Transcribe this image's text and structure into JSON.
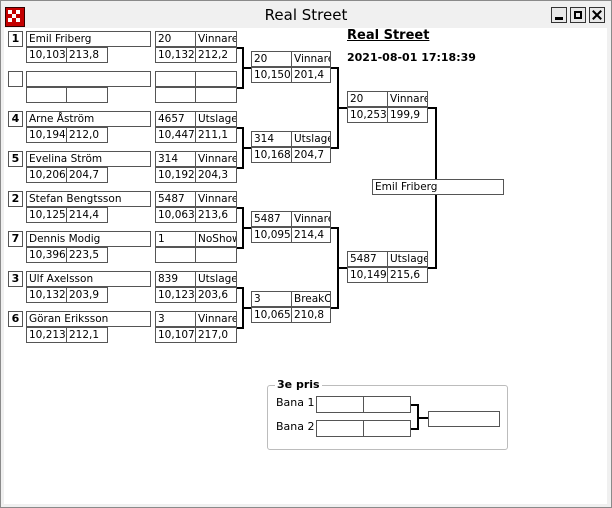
{
  "window": {
    "title": "Real Street"
  },
  "heading": "Real Street",
  "datetime": "2021-08-01 17:18:39",
  "round1": [
    {
      "seed": "1",
      "name": "Emil Friberg",
      "time": "10,103",
      "speed": "213,8"
    },
    {
      "seed": "",
      "name": "",
      "time": "",
      "speed": ""
    },
    {
      "seed": "4",
      "name": "Arne Åström",
      "time": "10,194",
      "speed": "212,0"
    },
    {
      "seed": "5",
      "name": "Evelina Ström",
      "time": "10,206",
      "speed": "204,7"
    },
    {
      "seed": "2",
      "name": "Stefan Bengtsson",
      "time": "10,125",
      "speed": "214,4"
    },
    {
      "seed": "7",
      "name": "Dennis Modig",
      "time": "10,396",
      "speed": "223,5"
    },
    {
      "seed": "3",
      "name": "Ulf Axelsson",
      "time": "10,132",
      "speed": "203,9"
    },
    {
      "seed": "6",
      "name": "Göran Eriksson",
      "time": "10,213",
      "speed": "212,1"
    }
  ],
  "round1_results": [
    {
      "num": "20",
      "result": "Vinnare",
      "time": "10,132",
      "speed": "212,2"
    },
    {
      "num": "",
      "result": "",
      "time": "",
      "speed": ""
    },
    {
      "num": "4657",
      "result": "Utslagen",
      "time": "10,447",
      "speed": "211,1"
    },
    {
      "num": "314",
      "result": "Vinnare",
      "time": "10,192",
      "speed": "204,3"
    },
    {
      "num": "5487",
      "result": "Vinnare",
      "time": "10,063",
      "speed": "213,6"
    },
    {
      "num": "1",
      "result": "NoShow",
      "time": "",
      "speed": ""
    },
    {
      "num": "839",
      "result": "Utslagen",
      "time": "10,123",
      "speed": "203,6"
    },
    {
      "num": "3",
      "result": "Vinnare",
      "time": "10,107",
      "speed": "217,0"
    }
  ],
  "round2": [
    {
      "num": "20",
      "result": "Vinnare",
      "time": "10,150",
      "speed": "201,4"
    },
    {
      "num": "314",
      "result": "Utslagen",
      "time": "10,168",
      "speed": "204,7"
    },
    {
      "num": "5487",
      "result": "Vinnare",
      "time": "10,095",
      "speed": "214,4"
    },
    {
      "num": "3",
      "result": "BreakOut",
      "time": "10,065",
      "speed": "210,8"
    }
  ],
  "semis": [
    {
      "num": "20",
      "result": "Vinnare",
      "time": "10,253",
      "speed": "199,9"
    },
    {
      "num": "5487",
      "result": "Utslagen",
      "time": "10,149",
      "speed": "215,6"
    }
  ],
  "winner": "Emil Friberg",
  "third_place": {
    "title": "3e pris",
    "lane1_label": "Bana 1",
    "lane2_label": "Bana 2",
    "lane1_a": "",
    "lane1_b": "",
    "lane2_a": "",
    "lane2_b": "",
    "result": ""
  }
}
